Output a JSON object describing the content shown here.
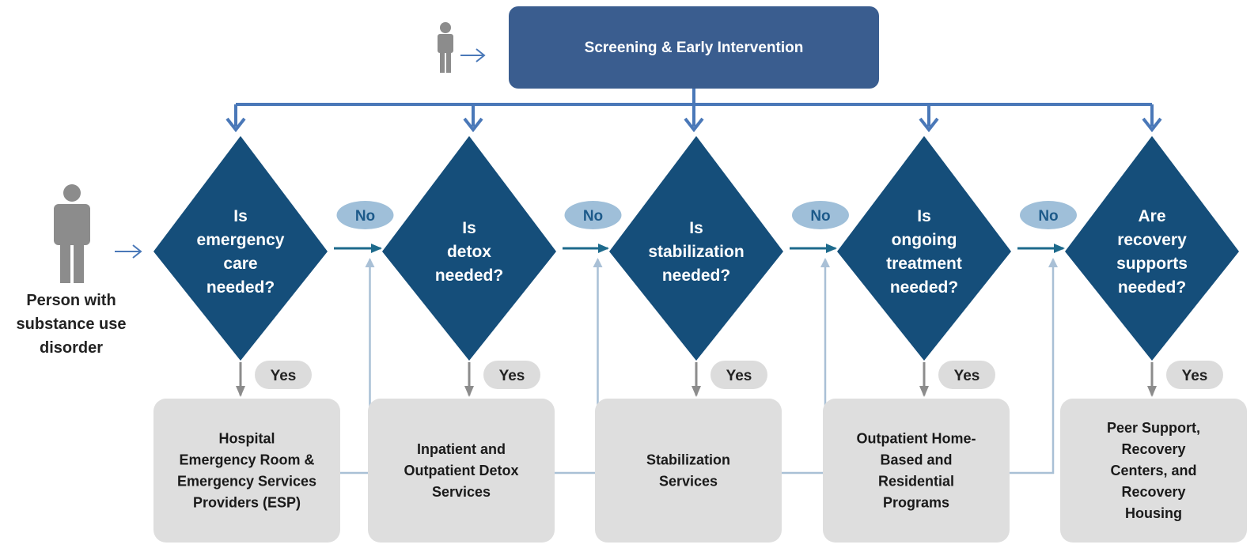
{
  "top_box": {
    "label": "Screening & Early Intervention"
  },
  "person": {
    "label_lines": [
      "Person with",
      "substance use",
      "disorder"
    ]
  },
  "decisions": [
    {
      "question_lines": [
        "Is",
        "emergency",
        "care",
        "needed?"
      ],
      "service_lines": [
        "Hospital",
        "Emergency Room &",
        "Emergency Services",
        "Providers (ESP)"
      ]
    },
    {
      "question_lines": [
        "Is",
        "detox",
        "needed?"
      ],
      "service_lines": [
        "Inpatient and",
        "Outpatient Detox",
        "Services"
      ]
    },
    {
      "question_lines": [
        "Is",
        "stabilization",
        "needed?"
      ],
      "service_lines": [
        "Stabilization",
        "Services"
      ]
    },
    {
      "question_lines": [
        "Is",
        "ongoing",
        "treatment",
        "needed?"
      ],
      "service_lines": [
        "Outpatient Home-",
        "Based and",
        "Residential",
        "Programs"
      ]
    },
    {
      "question_lines": [
        "Are",
        "recovery",
        "supports",
        "needed?"
      ],
      "service_lines": [
        "Peer Support,",
        "Recovery",
        "Centers, and",
        "Recovery",
        "Housing"
      ]
    }
  ],
  "no_label": "No",
  "yes_label": "Yes",
  "colors": {
    "top_box": "#3a5d8f",
    "diamond": "#154e7a",
    "arrow_blue": "#4a78b8",
    "arrow_light": "#a9c0d6",
    "no_pill": "#9fbfd9",
    "yes_pill": "#dcdcdc",
    "service_box": "#dedede",
    "person": "#8c8c8c"
  }
}
